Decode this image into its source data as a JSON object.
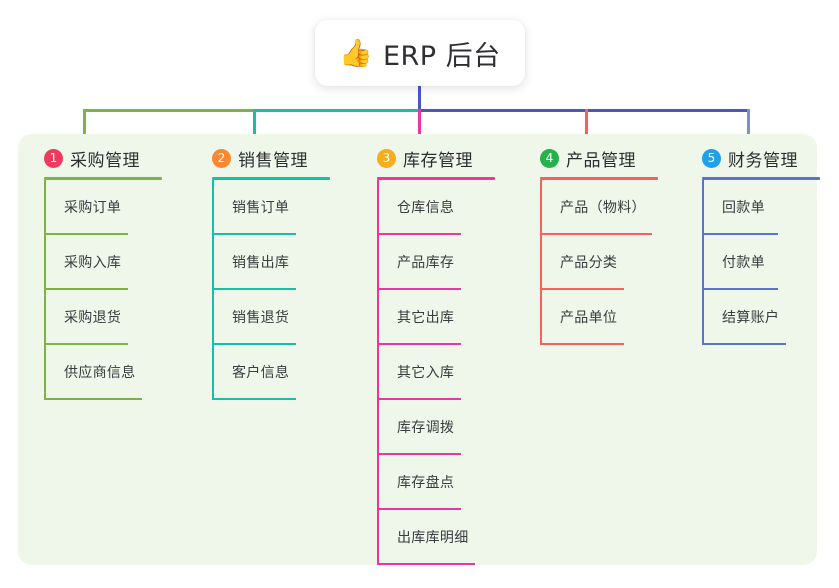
{
  "root": {
    "icon": "thumbs-up-emoji",
    "icon_glyph": "👍",
    "title": "ERP 后台"
  },
  "panel": {
    "background": "#eef7e9"
  },
  "connector_colors": {
    "root_stem": "#4a56c8",
    "bus_segment_1": "#7cb342",
    "bus_segment_2": "#16c0a8",
    "bus_segment_3": "#4a56c8",
    "bus_segment_4": "#4a56c8",
    "bus_segment_5": "#4a56c8"
  },
  "columns": [
    {
      "index": "1",
      "badge_color": "#ef3b5b",
      "line_color": "#7cb342",
      "stem_color": "#7cb342",
      "title": "采购管理",
      "underline_width": 118,
      "items": [
        {
          "label": "采购订单",
          "underline_width": 84
        },
        {
          "label": "采购入库",
          "underline_width": 84
        },
        {
          "label": "采购退货",
          "underline_width": 84
        },
        {
          "label": "供应商信息",
          "underline_width": 98
        }
      ]
    },
    {
      "index": "2",
      "badge_color": "#f58a33",
      "line_color": "#16c0a8",
      "stem_color": "#16c0a8",
      "title": "销售管理",
      "underline_width": 118,
      "items": [
        {
          "label": "销售订单",
          "underline_width": 84
        },
        {
          "label": "销售出库",
          "underline_width": 84
        },
        {
          "label": "销售退货",
          "underline_width": 84
        },
        {
          "label": "客户信息",
          "underline_width": 84
        }
      ]
    },
    {
      "index": "3",
      "badge_color": "#f5ae1c",
      "line_color": "#e8389f",
      "stem_color": "#e8389f",
      "title": "库存管理",
      "underline_width": 118,
      "items": [
        {
          "label": "仓库信息",
          "underline_width": 84
        },
        {
          "label": "产品库存",
          "underline_width": 84
        },
        {
          "label": "其它出库",
          "underline_width": 84
        },
        {
          "label": "其它入库",
          "underline_width": 84
        },
        {
          "label": "库存调拨",
          "underline_width": 84
        },
        {
          "label": "库存盘点",
          "underline_width": 84
        },
        {
          "label": "出库库明细",
          "underline_width": 98
        }
      ]
    },
    {
      "index": "4",
      "badge_color": "#25b24a",
      "line_color": "#f4625c",
      "stem_color": "#f4625c",
      "title": "产品管理",
      "underline_width": 118,
      "items": [
        {
          "label": "产品（物料）",
          "underline_width": 112
        },
        {
          "label": "产品分类",
          "underline_width": 84
        },
        {
          "label": "产品单位",
          "underline_width": 84
        }
      ]
    },
    {
      "index": "5",
      "badge_color": "#20a0e8",
      "line_color": "#5b74c4",
      "stem_color": "#7b90d4",
      "title": "财务管理",
      "underline_width": 118,
      "items": [
        {
          "label": "回款单",
          "underline_width": 76
        },
        {
          "label": "付款单",
          "underline_width": 76
        },
        {
          "label": "结算账户",
          "underline_width": 84
        }
      ]
    }
  ]
}
